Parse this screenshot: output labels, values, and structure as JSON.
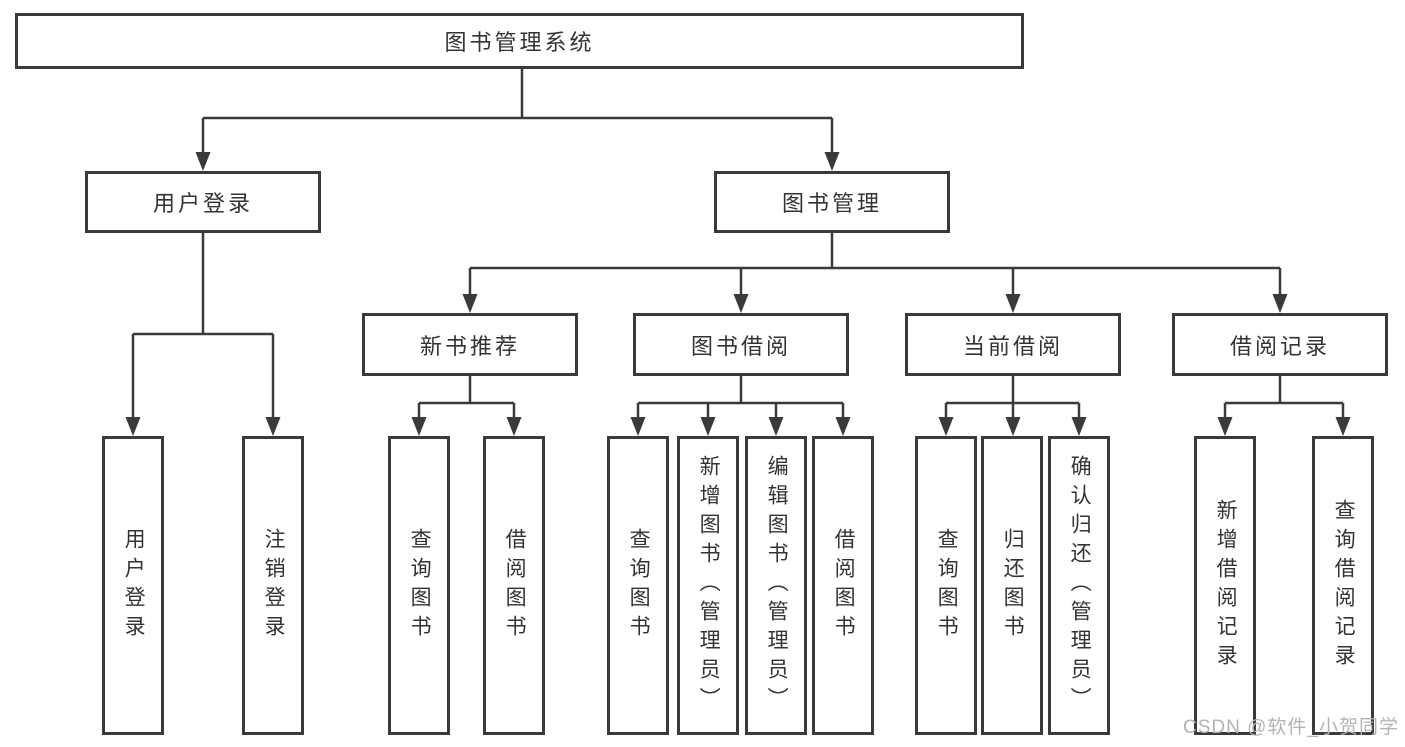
{
  "diagram": {
    "root": {
      "label": "图书管理系统"
    },
    "level2": [
      {
        "label": "用户登录"
      },
      {
        "label": "图书管理"
      }
    ],
    "level3": [
      {
        "label": "新书推荐",
        "parent": "图书管理"
      },
      {
        "label": "图书借阅",
        "parent": "图书管理"
      },
      {
        "label": "当前借阅",
        "parent": "图书管理"
      },
      {
        "label": "借阅记录",
        "parent": "图书管理"
      }
    ],
    "leaves": [
      {
        "label": "用户登录",
        "parent": "用户登录"
      },
      {
        "label": "注销登录",
        "parent": "用户登录"
      },
      {
        "label": "查询图书",
        "parent": "新书推荐"
      },
      {
        "label": "借阅图书",
        "parent": "新书推荐"
      },
      {
        "label": "查询图书",
        "parent": "图书借阅"
      },
      {
        "label": "新增图书（管理员）",
        "parent": "图书借阅"
      },
      {
        "label": "编辑图书（管理员）",
        "parent": "图书借阅"
      },
      {
        "label": "借阅图书",
        "parent": "图书借阅"
      },
      {
        "label": "查询图书",
        "parent": "当前借阅"
      },
      {
        "label": "归还图书",
        "parent": "当前借阅"
      },
      {
        "label": "确认归还（管理员）",
        "parent": "当前借阅"
      },
      {
        "label": "新增借阅记录",
        "parent": "借阅记录"
      },
      {
        "label": "查询借阅记录",
        "parent": "借阅记录"
      }
    ],
    "watermark": "CSDN @软件_小贺同学",
    "colors": {
      "line": "#3a3a3a",
      "text": "#333333",
      "background": "#ffffff",
      "watermark": "#b3b3b3"
    }
  }
}
